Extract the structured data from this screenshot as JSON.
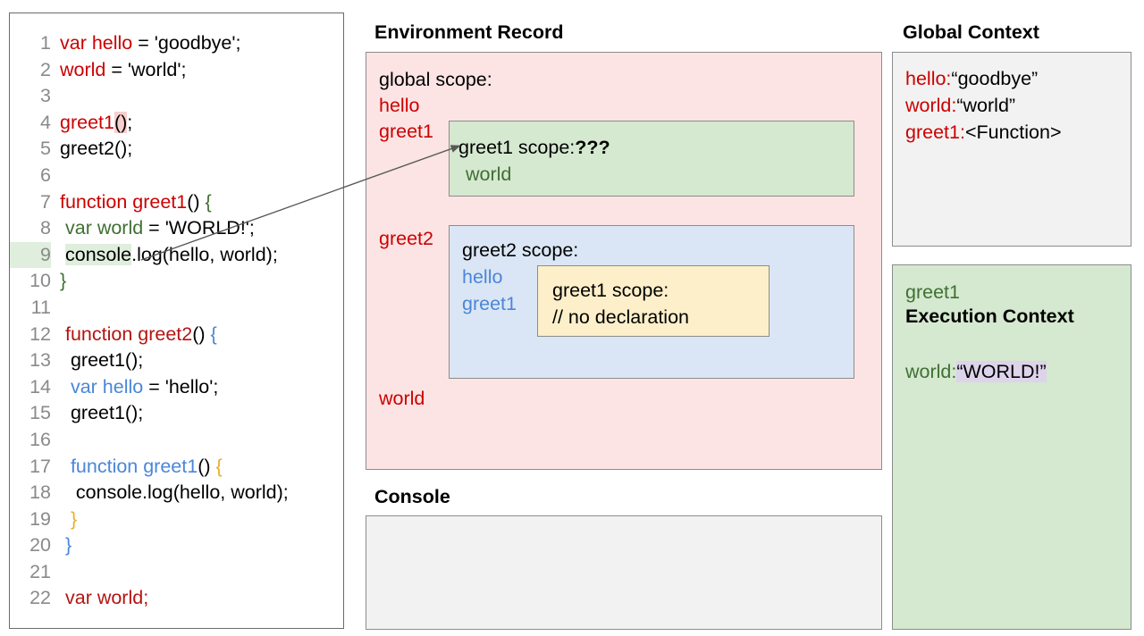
{
  "code_panel": {
    "lines": [
      {
        "n": "1",
        "segments": [
          {
            "t": "var hello",
            "c": "tok-red"
          },
          {
            "t": " = 'goodbye';",
            "c": "tok-blk"
          }
        ]
      },
      {
        "n": "2",
        "segments": [
          {
            "t": "world",
            "c": "tok-red"
          },
          {
            "t": " = 'world';",
            "c": "tok-blk"
          }
        ]
      },
      {
        "n": "3",
        "segments": []
      },
      {
        "n": "4",
        "segments": [
          {
            "t": "greet1",
            "c": "tok-red"
          },
          {
            "t": "()",
            "c": "tok-blk hl-pink"
          },
          {
            "t": ";",
            "c": "tok-blk"
          }
        ]
      },
      {
        "n": "5",
        "segments": [
          {
            "t": "greet2();",
            "c": "tok-blk"
          }
        ]
      },
      {
        "n": "6",
        "segments": []
      },
      {
        "n": "7",
        "segments": [
          {
            "t": "function greet1",
            "c": "tok-red"
          },
          {
            "t": "() ",
            "c": "tok-blk"
          },
          {
            "t": "{",
            "c": "tok-green"
          }
        ]
      },
      {
        "n": "8",
        "segments": [
          {
            "t": " ",
            "c": "tok-blk"
          },
          {
            "t": "var world",
            "c": "tok-green"
          },
          {
            "t": " = 'WORLD!';",
            "c": "tok-blk"
          }
        ]
      },
      {
        "n": "9",
        "highlight_gutter": true,
        "segments": [
          {
            "t": " ",
            "c": "tok-blk"
          },
          {
            "t": "console",
            "c": "tok-blk hl-green"
          },
          {
            "t": ".log(hello, world);",
            "c": "tok-blk"
          }
        ]
      },
      {
        "n": "10",
        "segments": [
          {
            "t": "}",
            "c": "tok-green"
          }
        ]
      },
      {
        "n": "11",
        "segments": []
      },
      {
        "n": "12",
        "segments": [
          {
            "t": " ",
            "c": "tok-blk"
          },
          {
            "t": "function greet2",
            "c": "tok-dkred"
          },
          {
            "t": "() ",
            "c": "tok-blk"
          },
          {
            "t": "{",
            "c": "tok-blue"
          }
        ]
      },
      {
        "n": "13",
        "segments": [
          {
            "t": "  greet1();",
            "c": "tok-blk"
          }
        ]
      },
      {
        "n": "14",
        "segments": [
          {
            "t": "  ",
            "c": "tok-blk"
          },
          {
            "t": "var hello",
            "c": "tok-blue"
          },
          {
            "t": " = 'hello';",
            "c": "tok-blk"
          }
        ]
      },
      {
        "n": "15",
        "segments": [
          {
            "t": "  greet1();",
            "c": "tok-blk"
          }
        ]
      },
      {
        "n": "16",
        "segments": []
      },
      {
        "n": "17",
        "segments": [
          {
            "t": "  ",
            "c": "tok-blk"
          },
          {
            "t": "function greet1",
            "c": "tok-blue"
          },
          {
            "t": "() ",
            "c": "tok-blk"
          },
          {
            "t": "{",
            "c": "tok-gold"
          }
        ]
      },
      {
        "n": "18",
        "segments": [
          {
            "t": "   console.log(hello, world);",
            "c": "tok-blk"
          }
        ]
      },
      {
        "n": "19",
        "segments": [
          {
            "t": "  ",
            "c": "tok-blk"
          },
          {
            "t": "}",
            "c": "tok-gold"
          }
        ]
      },
      {
        "n": "20",
        "segments": [
          {
            "t": " ",
            "c": "tok-blk"
          },
          {
            "t": "}",
            "c": "tok-blue"
          }
        ]
      },
      {
        "n": "21",
        "segments": []
      },
      {
        "n": "22",
        "segments": [
          {
            "t": " ",
            "c": "tok-blk"
          },
          {
            "t": "var world",
            "c": "tok-dkred"
          },
          {
            "t": ";",
            "c": "tok-dkred"
          }
        ]
      }
    ]
  },
  "environment_record": {
    "heading": "Environment Record",
    "global_scope_label": "global scope:",
    "global_bindings": [
      "hello",
      "greet1",
      "greet2",
      "world"
    ],
    "greet1_scope": {
      "title": "greet1 scope:",
      "title_suffix": "???",
      "bindings": [
        "world"
      ]
    },
    "greet2_scope": {
      "title": "greet2 scope:",
      "bindings": [
        "hello",
        "greet1"
      ],
      "inner_greet1_scope": {
        "title": "greet1 scope:",
        "note": "// no declaration"
      }
    }
  },
  "console": {
    "heading": "Console",
    "output": ""
  },
  "global_context": {
    "heading": "Global Context",
    "rows": [
      {
        "key": "hello:",
        "value": "“goodbye”"
      },
      {
        "key": "world:",
        "value": "“world”"
      },
      {
        "key": "greet1:",
        "value": "<Function>"
      }
    ]
  },
  "execution_context": {
    "name": "greet1",
    "heading": "Execution Context",
    "rows": [
      {
        "key": "world:",
        "value": "“WORLD!”"
      }
    ]
  },
  "colors": {
    "env_record_bg": "#fce4e4",
    "greet1_scope_bg": "#d5e8d0",
    "greet2_scope_bg": "#dae6f5",
    "inner_scope_bg": "#fdefc9",
    "panel_bg": "#f2f2f2",
    "border": "#8c8c8c",
    "red_token": "#cc0000",
    "blue_token": "#4b86d8",
    "green_token": "#3f7032",
    "gold_token": "#e8ad2b",
    "value_highlight": "#ddd3ea"
  }
}
